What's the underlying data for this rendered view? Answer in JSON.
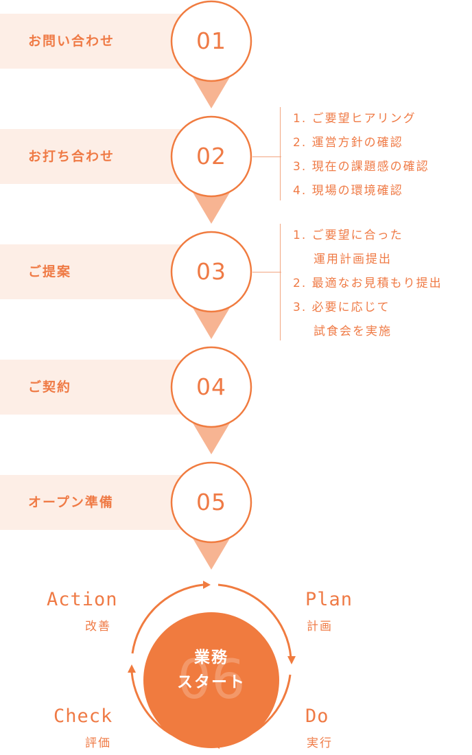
{
  "steps": [
    {
      "label": "お問い合わせ",
      "num": "01"
    },
    {
      "label": "お打ち合わせ",
      "num": "02"
    },
    {
      "label": "ご提案",
      "num": "03"
    },
    {
      "label": "ご契約",
      "num": "04"
    },
    {
      "label": "オープン準備",
      "num": "05"
    }
  ],
  "details_02": [
    "1. ご要望ヒアリング",
    "2. 運営方針の確認",
    "3. 現在の課題感の確認",
    "4. 現場の環境確認"
  ],
  "details_03": {
    "l1": "1. ご要望に合った",
    "l1b": "運用計画提出",
    "l2": "2. 最適なお見積もり提出",
    "l3": "3. 必要に応じて",
    "l3b": "試食会を実施"
  },
  "final": {
    "ghost_num": "06",
    "line1": "業務",
    "line2": "スタート"
  },
  "pdca": {
    "action": {
      "en": "Action",
      "ja": "改善"
    },
    "plan": {
      "en": "Plan",
      "ja": "計画"
    },
    "do": {
      "en": "Do",
      "ja": "実行"
    },
    "check": {
      "en": "Check",
      "ja": "評価"
    }
  },
  "colors": {
    "accent": "#f07b3f",
    "band": "#fdeee6",
    "arrow": "#f7b492"
  }
}
